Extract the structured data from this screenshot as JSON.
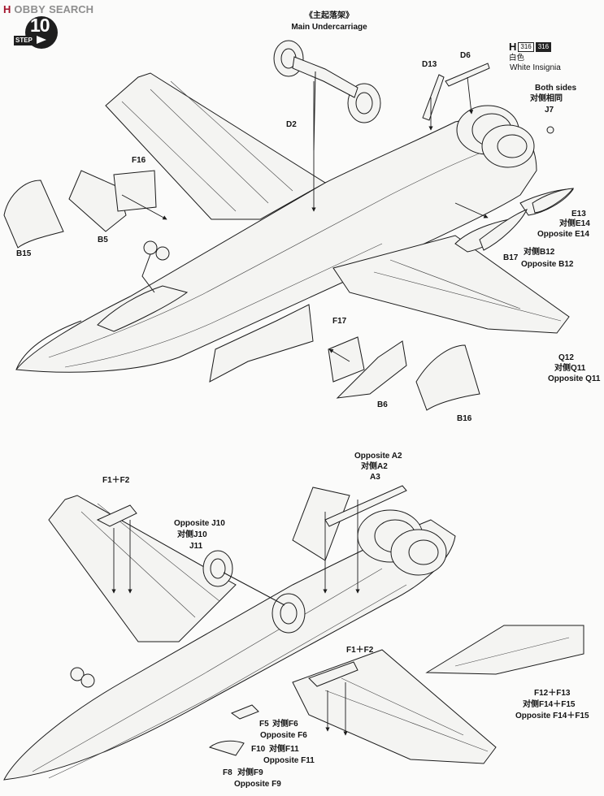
{
  "header": {
    "logo_mark": "H",
    "logo_word": "OBBY",
    "logo_word2": "SEARCH"
  },
  "step": {
    "label": "STEP",
    "number": "10"
  },
  "paint": {
    "code_letter": "H",
    "code_a": "316",
    "code_b": "316",
    "color_cn": "白色",
    "color_en": "White Insignia"
  },
  "top_view": {
    "title_cn": "《主起落架》",
    "title_en": "Main Undercarriage",
    "labels": {
      "d2": "D2",
      "d13": "D13",
      "d6": "D6",
      "both_en": "Both sides",
      "both_cn": "对侧相同",
      "j7": "J7",
      "f16": "F16",
      "b5": "B5",
      "b15": "B15",
      "e13": "E13",
      "e14_cn": "对侧E14",
      "e14_en": "Opposite E14",
      "b17": "B17",
      "b12_cn": "对侧B12",
      "b12_en": "Opposite B12",
      "q12": "Q12",
      "q11_cn": "对侧Q11",
      "q11_en": "Opposite Q11",
      "f17": "F17",
      "b6": "B6",
      "b16": "B16"
    }
  },
  "bottom_view": {
    "labels": {
      "a2_en": "Opposite A2",
      "a2_cn": "对侧A2",
      "a3": "A3",
      "f1f2_top": "F1＋F2",
      "f1f2_mid": "F1＋F2",
      "j10_en": "Opposite J10",
      "j10_cn": "对侧J10",
      "j11": "J11",
      "f5": "F5",
      "f6_cn": "对侧F6",
      "f6_en": "Opposite F6",
      "f10": "F10",
      "f11_cn": "对侧F11",
      "f11_en": "Opposite F11",
      "f8": "F8",
      "f9_cn": "对侧F9",
      "f9_en": "Opposite F9",
      "f12f13": "F12＋F13",
      "f14f15_cn": "对侧F14＋F15",
      "f14f15_en": "Opposite F14＋F15"
    }
  },
  "colors": {
    "logo_red": "#a2132b",
    "logo_grey": "#8e8e8e",
    "ink": "#1b1b1b",
    "paper": "#fbfbfa"
  },
  "icons": [
    "wheel-icon",
    "step-plane-icon"
  ]
}
